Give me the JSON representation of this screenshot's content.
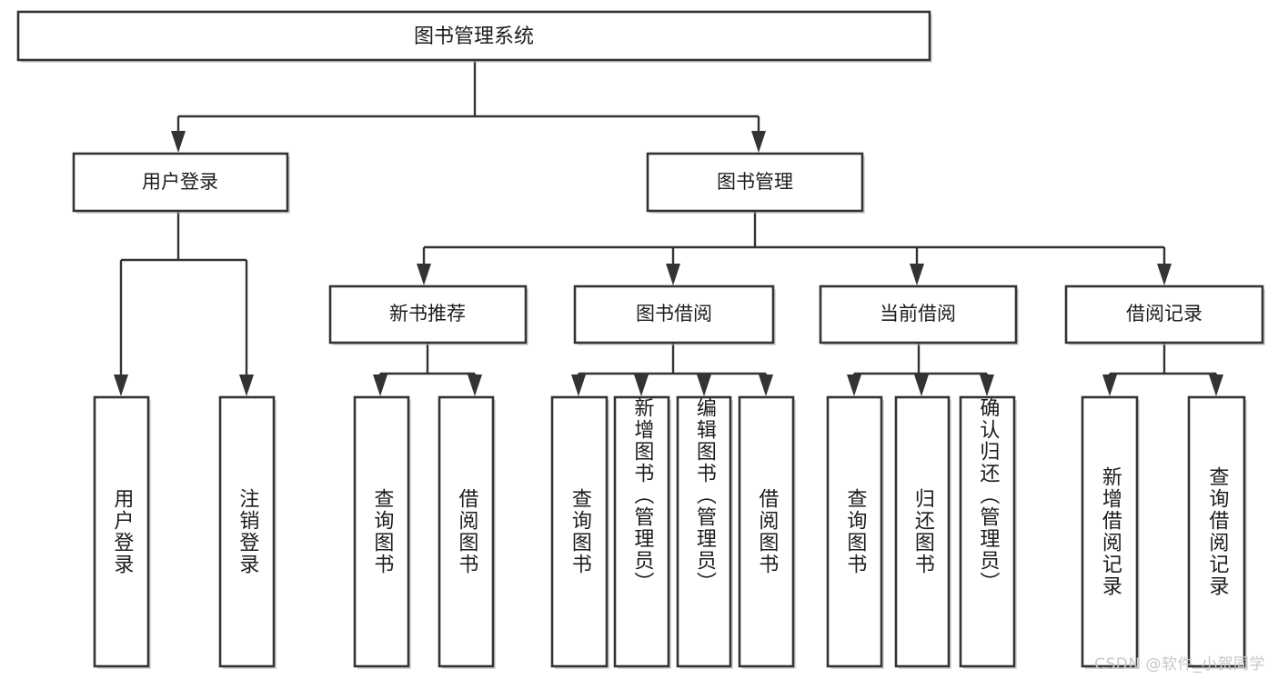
{
  "diagram": {
    "type": "tree-hierarchy",
    "title": "图书管理系统",
    "watermark": "CSDN @软件_小贺同学",
    "colors": {
      "box_stroke": "#333333",
      "box_fill": "#ffffff",
      "connector": "#333333",
      "text": "#1c1c1c",
      "watermark": "#c7c7c7",
      "background": "#ffffff"
    },
    "root": {
      "id": "root",
      "label": "图书管理系统"
    },
    "level2": [
      {
        "id": "user-login",
        "label": "用户登录"
      },
      {
        "id": "book-management",
        "label": "图书管理"
      }
    ],
    "level3": [
      {
        "id": "new-book-recommend",
        "label": "新书推荐",
        "parent": "book-management"
      },
      {
        "id": "book-borrow",
        "label": "图书借阅",
        "parent": "book-management"
      },
      {
        "id": "current-borrow",
        "label": "当前借阅",
        "parent": "book-management"
      },
      {
        "id": "borrow-record",
        "label": "借阅记录",
        "parent": "book-management"
      }
    ],
    "leaves": [
      {
        "id": "leaf-user-login",
        "label": "用户登录",
        "parent": "user-login"
      },
      {
        "id": "leaf-logout-login",
        "label": "注销登录",
        "parent": "user-login"
      },
      {
        "id": "leaf-query-book-1",
        "label": "查询图书",
        "parent": "new-book-recommend"
      },
      {
        "id": "leaf-borrow-book-1",
        "label": "借阅图书",
        "parent": "new-book-recommend"
      },
      {
        "id": "leaf-query-book-2",
        "label": "查询图书",
        "parent": "book-borrow"
      },
      {
        "id": "leaf-add-book",
        "label": "新增图书（管理员）",
        "parent": "book-borrow"
      },
      {
        "id": "leaf-edit-book",
        "label": "编辑图书（管理员）",
        "parent": "book-borrow"
      },
      {
        "id": "leaf-borrow-book-2",
        "label": "借阅图书",
        "parent": "book-borrow"
      },
      {
        "id": "leaf-query-book-3",
        "label": "查询图书",
        "parent": "current-borrow"
      },
      {
        "id": "leaf-return-book",
        "label": "归还图书",
        "parent": "current-borrow"
      },
      {
        "id": "leaf-confirm-return",
        "label": "确认归还（管理员）",
        "parent": "current-borrow"
      },
      {
        "id": "leaf-add-record",
        "label": "新增借阅记录",
        "parent": "borrow-record"
      },
      {
        "id": "leaf-query-record",
        "label": "查询借阅记录",
        "parent": "borrow-record"
      }
    ]
  }
}
